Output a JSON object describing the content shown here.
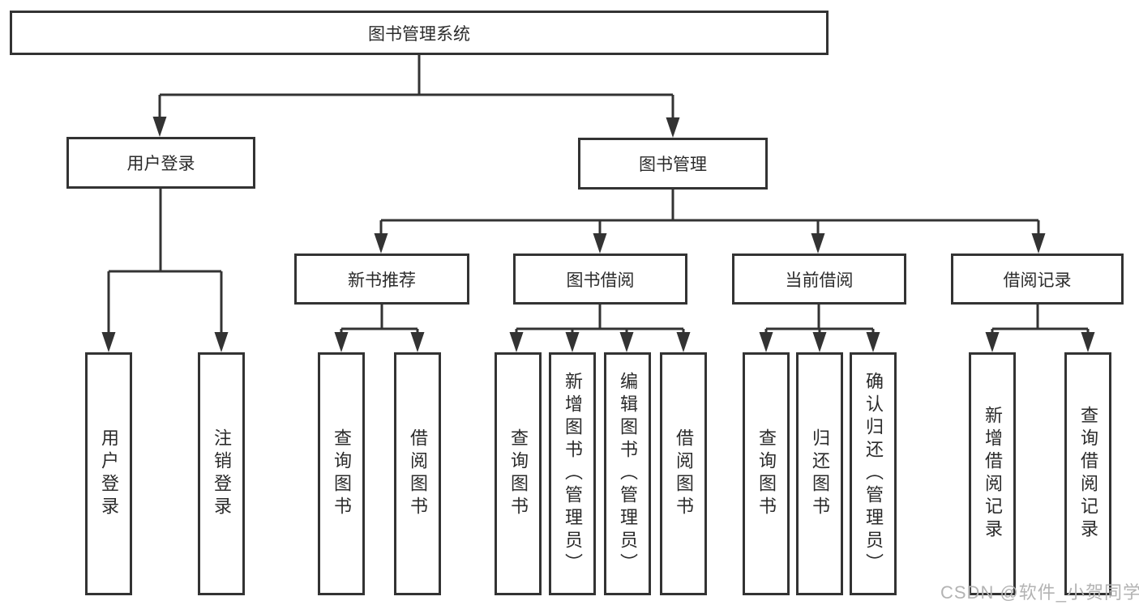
{
  "tree": {
    "label": "图书管理系统",
    "children": [
      {
        "label": "用户登录",
        "children": [
          {
            "label": "用户登录"
          },
          {
            "label": "注销登录"
          }
        ]
      },
      {
        "label": "图书管理",
        "children": [
          {
            "label": "新书推荐",
            "children": [
              {
                "label": "查询图书"
              },
              {
                "label": "借阅图书"
              }
            ]
          },
          {
            "label": "图书借阅",
            "children": [
              {
                "label": "查询图书"
              },
              {
                "label": "新增图书（管理员）"
              },
              {
                "label": "编辑图书（管理员）"
              },
              {
                "label": "借阅图书"
              }
            ]
          },
          {
            "label": "当前借阅",
            "children": [
              {
                "label": "查询图书"
              },
              {
                "label": "归还图书"
              },
              {
                "label": "确认归还（管理员）"
              }
            ]
          },
          {
            "label": "借阅记录",
            "children": [
              {
                "label": "新增借阅记录"
              },
              {
                "label": "查询借阅记录"
              }
            ]
          }
        ]
      }
    ]
  },
  "watermark": "CSDN @软件_小贺同学",
  "colors": {
    "line": "#333333",
    "text": "#2b2b2b",
    "watermark": "#b3b3b3",
    "bg": "#ffffff"
  }
}
